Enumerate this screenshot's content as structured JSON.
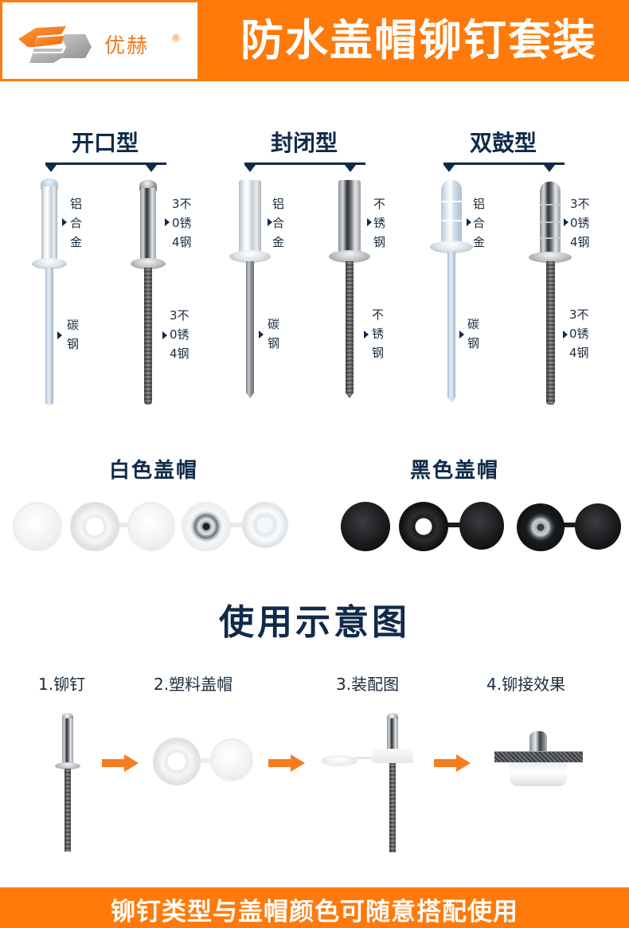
{
  "header": {
    "brand_name": "优赫",
    "brand_reg": "®",
    "title": "防水盖帽铆钉套装",
    "brand_color": "#ff7a0a"
  },
  "rivet_types": [
    {
      "title": "开口型",
      "rivets": [
        {
          "head_label": "铝\n合\n金",
          "mandrel_label": "碳\n钢"
        },
        {
          "head_label": "3不\n0锈\n4钢",
          "mandrel_label": "3不\n0锈\n4钢"
        }
      ]
    },
    {
      "title": "封闭型",
      "rivets": [
        {
          "head_label": "铝\n合\n金",
          "mandrel_label": "碳\n钢"
        },
        {
          "head_label": "不\n锈\n钢",
          "mandrel_label": "不\n锈\n钢"
        }
      ]
    },
    {
      "title": "双鼓型",
      "rivets": [
        {
          "head_label": "铝\n合\n金",
          "mandrel_label": "碳\n钢"
        },
        {
          "head_label": "3不\n0锈\n4钢",
          "mandrel_label": "3不\n0锈\n4钢"
        }
      ]
    }
  ],
  "caps": {
    "white_title": "白色盖帽",
    "black_title": "黑色盖帽"
  },
  "usage": {
    "title": "使用示意图",
    "steps": [
      {
        "label": "1.铆钉"
      },
      {
        "label": "2.塑料盖帽"
      },
      {
        "label": "3.装配图"
      },
      {
        "label": "4.铆接效果"
      }
    ],
    "arrow_color": "#f57d1f"
  },
  "footer": {
    "text": "铆钉类型与盖帽颜色可随意搭配使用"
  }
}
